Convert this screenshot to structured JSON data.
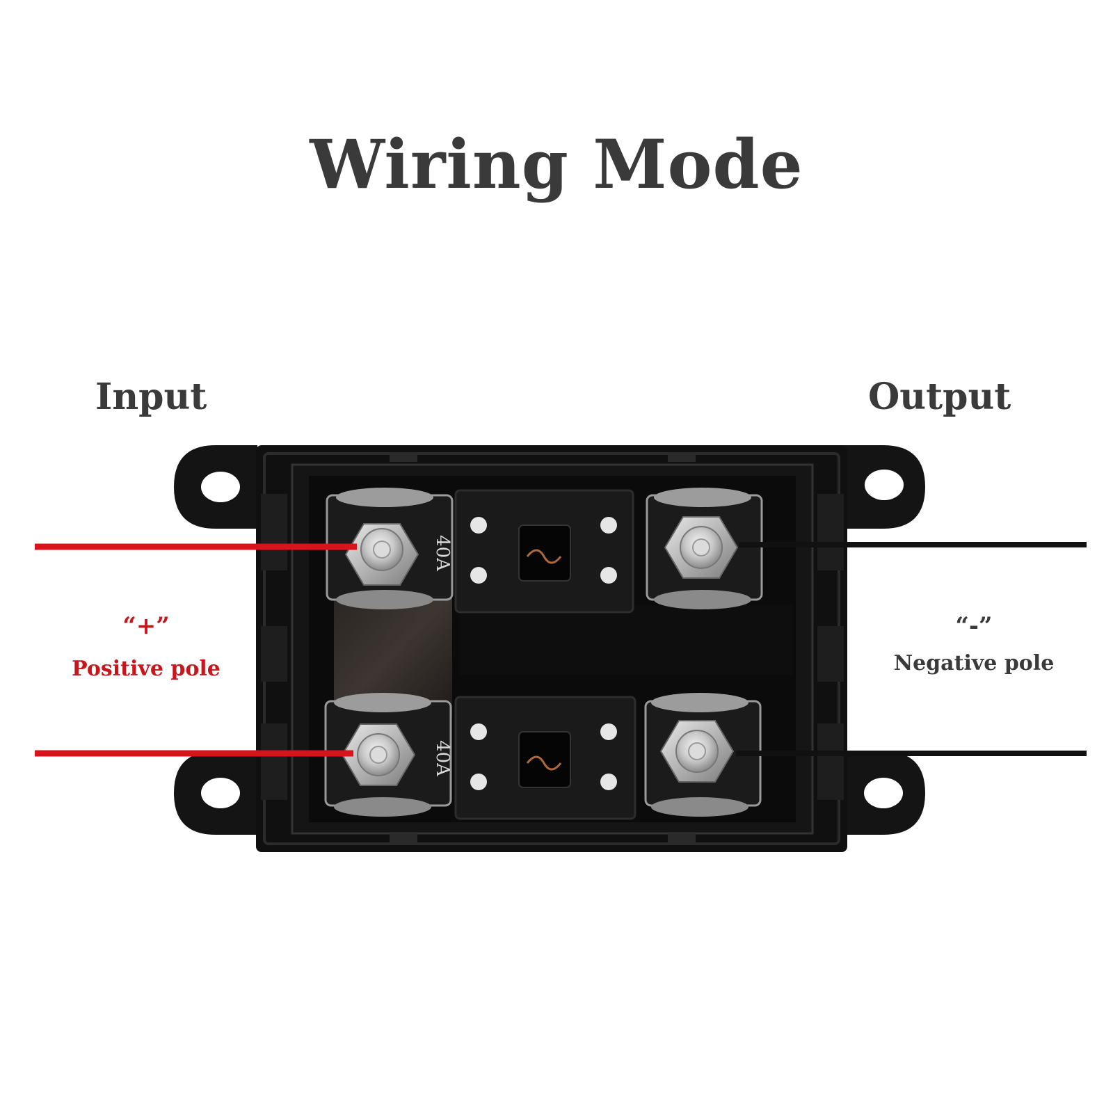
{
  "title": "Wiring Mode",
  "labels": {
    "input": "Input",
    "output": "Output"
  },
  "positive": {
    "symbol": "“+”",
    "name": "Positive pole"
  },
  "negative": {
    "symbol": "“-”",
    "name": "Negative pole"
  },
  "fuse": {
    "rating_top": "40A",
    "rating_bottom": "40A"
  },
  "colors": {
    "positive_wire": "#d9131b",
    "negative_wire": "#111111",
    "text": "#3a3a3a",
    "positive_text": "#c8161d"
  }
}
